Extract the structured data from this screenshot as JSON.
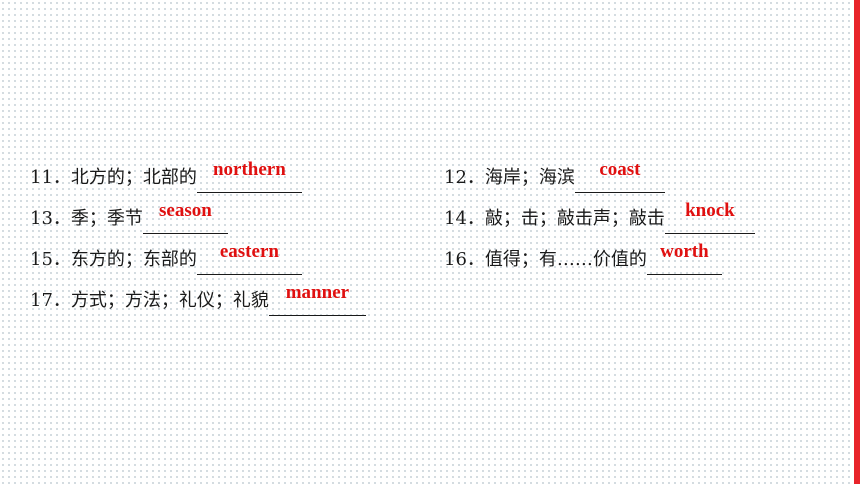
{
  "accent_color": "#e8242a",
  "answer_color": "#e01010",
  "items": [
    {
      "num": "11．",
      "prompt": "北方的；北部的",
      "answer": "northern"
    },
    {
      "num": "12．",
      "prompt": "海岸；海滨",
      "answer": "coast"
    },
    {
      "num": "13．",
      "prompt": "季；季节",
      "answer": "season"
    },
    {
      "num": "14．",
      "prompt": "敲；击；敲击声；敲击",
      "answer": "knock"
    },
    {
      "num": "15．",
      "prompt": "东方的；东部的",
      "answer": "eastern"
    },
    {
      "num": "16．",
      "prompt": "值得；有……价值的",
      "answer": "worth"
    },
    {
      "num": "17．",
      "prompt": "方式；方法；礼仪；礼貌",
      "answer": "manner"
    }
  ]
}
